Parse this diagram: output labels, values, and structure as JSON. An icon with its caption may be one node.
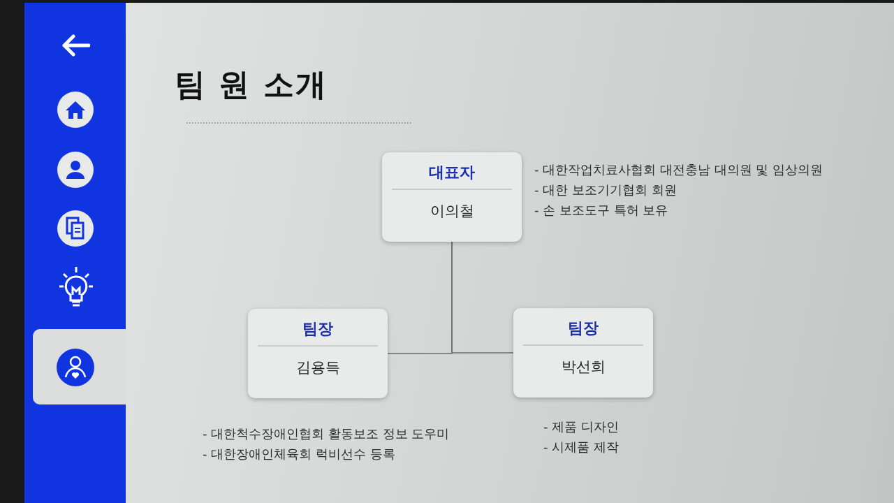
{
  "diagram": {
    "title": "팀 원 소개",
    "nodes": [
      {
        "text": [
          "대표자",
          "이의철"
        ],
        "beside": [
          "- 대한작업치료사협회 대전충남 대의원 및 임상의원",
          "- 대한 보조기기협회 회원",
          "- 손 보조도구 특허 보유"
        ]
      },
      {
        "text": [
          "팀장",
          "김용득"
        ],
        "beside": [
          "- 대한척수장애인협회 활동보조 정보 도우미",
          "- 대한장애인체육회 럭비선수 등록"
        ]
      },
      {
        "text": [
          "팀장",
          "박선희"
        ],
        "beside": [
          "- 제품 디자인",
          "- 시제품 제작"
        ]
      }
    ],
    "edges": [
      {
        "from": 0,
        "to": 1,
        "arrow": "none"
      },
      {
        "from": 0,
        "to": 2,
        "arrow": "none"
      }
    ]
  }
}
